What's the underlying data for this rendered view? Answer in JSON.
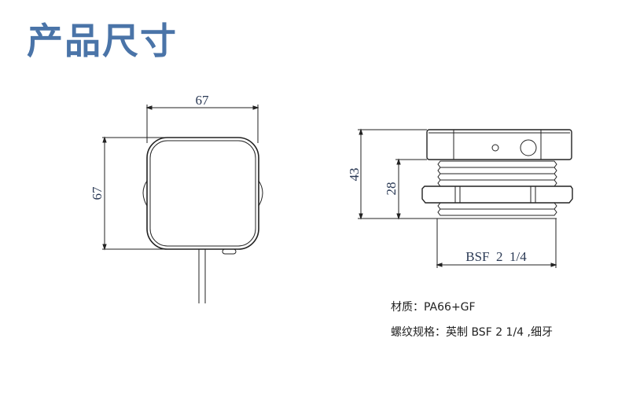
{
  "title": "产品尺寸",
  "front_view": {
    "width_label": "67",
    "height_label": "67"
  },
  "side_view": {
    "total_height_label": "43",
    "thread_height_label": "28",
    "thread_label": "BSF  2  1/4"
  },
  "specs": {
    "material": "材质：PA66+GF",
    "thread": "螺纹规格：英制 BSF 2 1/4 ,细牙"
  },
  "colors": {
    "title": "#4a74a8",
    "line": "#222222"
  }
}
